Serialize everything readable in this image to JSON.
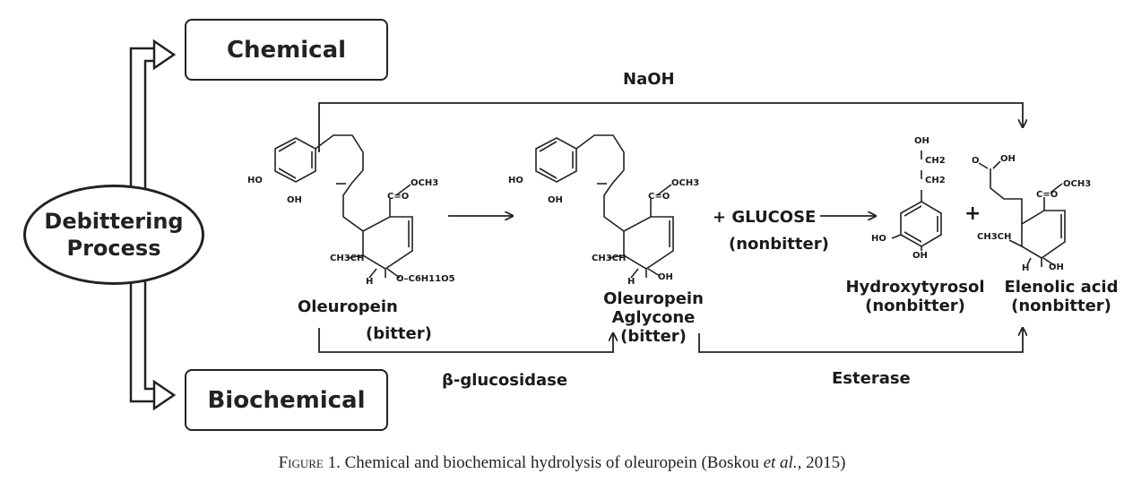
{
  "process": {
    "line1": "Debittering",
    "line2": "Process"
  },
  "branches": {
    "chemical": "Chemical",
    "biochemical": "Biochemical"
  },
  "reagents": {
    "naoh": "NaOH",
    "glucosidase": "β-glucosidase",
    "esterase": "Esterase"
  },
  "compounds": {
    "oleuropein": "Oleuropein",
    "oleuropein_note": "(bitter)",
    "aglycone_line1": "Oleuropein",
    "aglycone_line2": "Aglycone",
    "aglycone_note": "(bitter)",
    "glucose": "+ GLUCOSE",
    "glucose_note": "(nonbitter)",
    "plus": "+",
    "hydroxytyrosol": "Hydroxytyrosol",
    "hydroxytyrosol_note": "(nonbitter)",
    "elenolic": "Elenolic acid",
    "elenolic_note": "(nonbitter)"
  },
  "atoms": {
    "ho": "HO",
    "oh": "OH",
    "och3": "OCH3",
    "c_o": "C=O",
    "ch3ch": "CH3CH",
    "h": "H",
    "o_glc": "O–C6H11O5",
    "ch2": "CH2"
  },
  "caption": {
    "figure": "Figure",
    "text_main": " 1. Chemical and biochemical hydrolysis of oleuropein (Boskou ",
    "text_etal": "et al.",
    "text_end": ", 2015)"
  }
}
